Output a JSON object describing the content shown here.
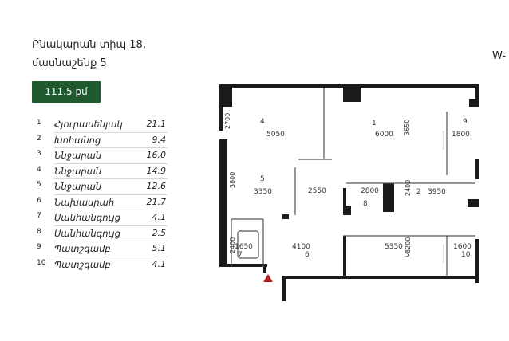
{
  "title_lines": [
    "Բնակարան տիպ 18,",
    "մասնաշենք 5"
  ],
  "corner_text": "W-",
  "total_area": "111.5 քմ",
  "rooms": [
    {
      "num": "1",
      "name": "Հյուրասենյակ",
      "area": "21.1"
    },
    {
      "num": "2",
      "name": "Խոհանոց",
      "area": "9.4"
    },
    {
      "num": "3",
      "name": "Ննջարան",
      "area": "16.0"
    },
    {
      "num": "4",
      "name": "Ննջարան",
      "area": "14.9"
    },
    {
      "num": "5",
      "name": "Ննջարան",
      "area": "12.6"
    },
    {
      "num": "6",
      "name": "Նախասրահ",
      "area": "21.7"
    },
    {
      "num": "7",
      "name": "Սանհանգույց",
      "area": "4.1"
    },
    {
      "num": "8",
      "name": "Սանհանգույց",
      "area": "2.5"
    },
    {
      "num": "9",
      "name": "Պատշգամբ",
      "area": "5.1"
    },
    {
      "num": "10",
      "name": "Պատշգամբ",
      "area": "4.1"
    }
  ],
  "plan": {
    "room_numbers": [
      "1",
      "2",
      "3",
      "4",
      "5",
      "6",
      "7",
      "8",
      "9",
      "10"
    ],
    "dims": {
      "d5050": "5050",
      "d6000": "6000",
      "d1800": "1800",
      "d3350": "3350",
      "d2550": "2550",
      "d2800": "2800",
      "d3950": "3950",
      "d1650": "1650",
      "d4100": "4100",
      "d5350": "5350",
      "d1600": "1600",
      "v2700": "2700",
      "v3650": "3650",
      "v3800": "3800",
      "v2400a": "2400",
      "v2400b": "2400",
      "v3200": "3200"
    }
  },
  "colors": {
    "badge": "#1f5a2e",
    "entrance": "#b01f1f",
    "wall": "#1a1a1a"
  }
}
